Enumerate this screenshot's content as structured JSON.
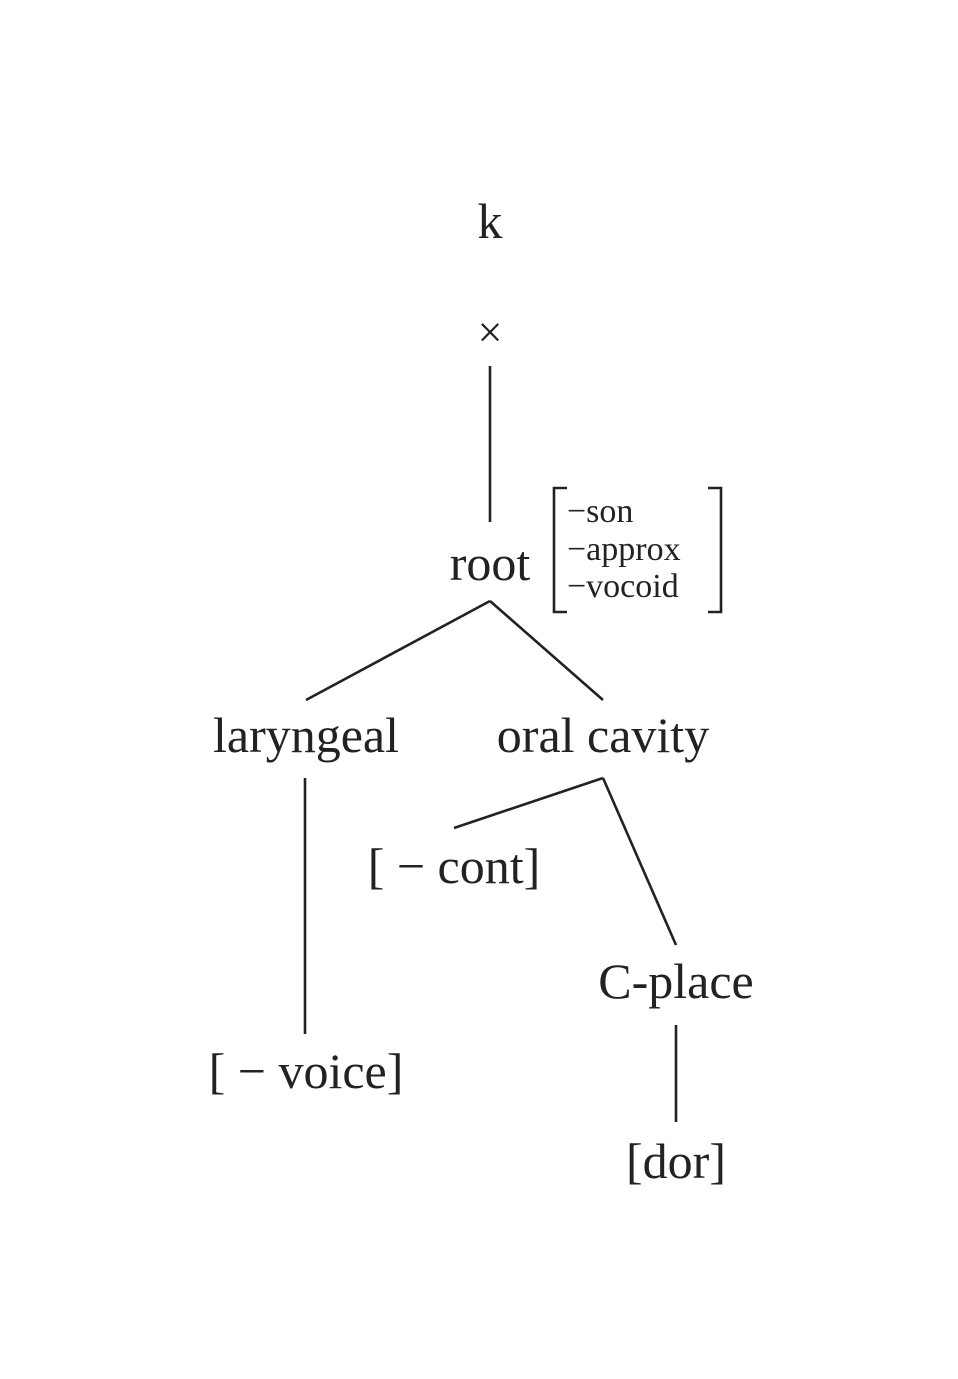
{
  "diagram": {
    "segment": "k",
    "timing_slot": "×",
    "root": "root",
    "root_features": [
      "−son",
      "−approx",
      "−vocoid"
    ],
    "laryngeal": "laryngeal",
    "oral_cavity": "oral cavity",
    "cont": "[ − cont]",
    "voice": "[ − voice]",
    "c_place": "C-place",
    "dor": "[dor]"
  }
}
